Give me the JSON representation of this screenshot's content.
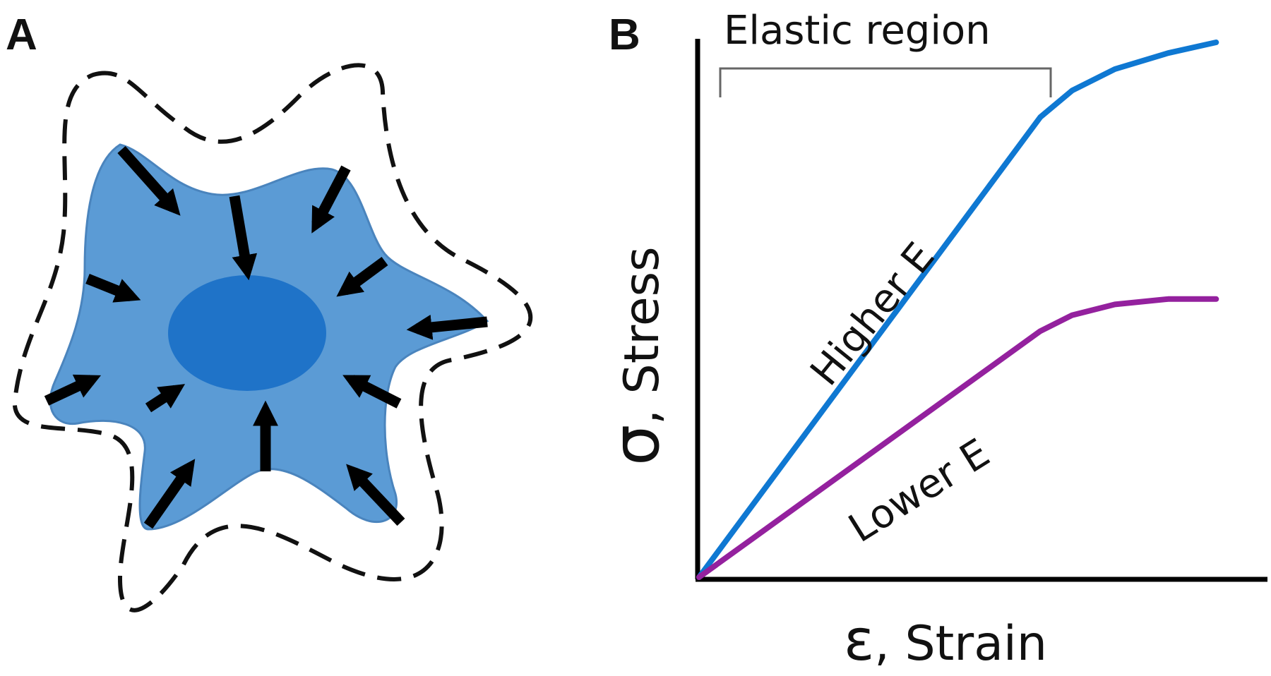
{
  "panels": {
    "a": {
      "label": "A"
    },
    "b": {
      "label": "B"
    }
  },
  "colors": {
    "cell_fill": "#5b9bd5",
    "cell_outline": "#4a84bd",
    "nucleus_fill": "#1f73c8",
    "arrow": "#000000",
    "dashed_outline": "#111111",
    "higher_e": "#0f78d2",
    "lower_e": "#94219e",
    "axis": "#000000",
    "bracket": "#666666"
  },
  "icons": [
    "inward-force-arrow",
    "cell-body",
    "nucleus",
    "relaxed-cell-outline"
  ],
  "chart_data": {
    "type": "line",
    "title": "",
    "xlabel_symbol": "ε",
    "xlabel": ", Strain",
    "ylabel_symbol": "σ",
    "ylabel": ", Stress",
    "annotation": "Elastic region",
    "xlim": [
      0,
      1
    ],
    "ylim": [
      0,
      1
    ],
    "series": [
      {
        "name": "Higher E",
        "x": [
          0,
          0.64,
          0.7,
          0.78,
          0.88,
          0.97
        ],
        "y": [
          0,
          0.86,
          0.91,
          0.95,
          0.98,
          1.0
        ]
      },
      {
        "name": "Lower E",
        "x": [
          0,
          0.64,
          0.7,
          0.78,
          0.88,
          0.97
        ],
        "y": [
          0,
          0.46,
          0.49,
          0.51,
          0.52,
          0.52
        ]
      }
    ]
  }
}
